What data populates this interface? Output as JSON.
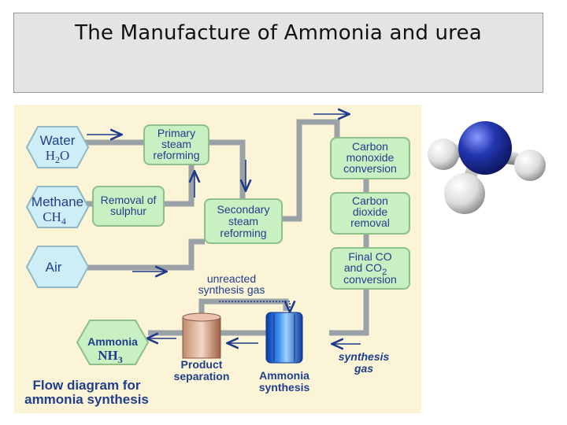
{
  "title": "The Manufacture of Ammonia and urea",
  "diagram": {
    "inputs": {
      "water": {
        "name": "Water",
        "formula": "H",
        "sub": "2",
        "rest": "O"
      },
      "methane": {
        "name": "Methane",
        "formula": "CH",
        "sub": "4"
      },
      "air": {
        "name": "Air"
      }
    },
    "steps": {
      "primary_reforming": [
        "Primary",
        "steam",
        "reforming"
      ],
      "sulphur_removal": [
        "Removal of",
        "sulphur"
      ],
      "secondary_reforming": [
        "Secondary",
        "steam",
        "reforming"
      ],
      "co_conversion": [
        "Carbon",
        "monoxide",
        "conversion"
      ],
      "co2_removal": [
        "Carbon",
        "dioxide",
        "removal"
      ],
      "final_conversion": [
        "Final CO",
        "and CO",
        "2",
        "conversion"
      ]
    },
    "unreacted_label": [
      "unreacted",
      "synthesis gas"
    ],
    "synthesis_gas_label": [
      "synthesis",
      "gas"
    ],
    "product_separation": [
      "Product",
      "separation"
    ],
    "ammonia_synthesis": [
      "Ammonia",
      "synthesis"
    ],
    "ammonia_output": {
      "name": "Ammonia",
      "formula": "NH",
      "sub": "3"
    },
    "caption": [
      "Flow diagram for",
      "ammonia synthesis"
    ]
  },
  "colors": {
    "background": "#fbf4d6",
    "box_fill": "#c8f0c2",
    "hex_fill": "#cdeef6",
    "pipe": "#9aa2a8",
    "text": "#1f3f8c",
    "arrow": "#1e3a8a",
    "nitrogen": "#2236b0"
  },
  "icons": {
    "molecule": "ammonia-molecule-model"
  }
}
